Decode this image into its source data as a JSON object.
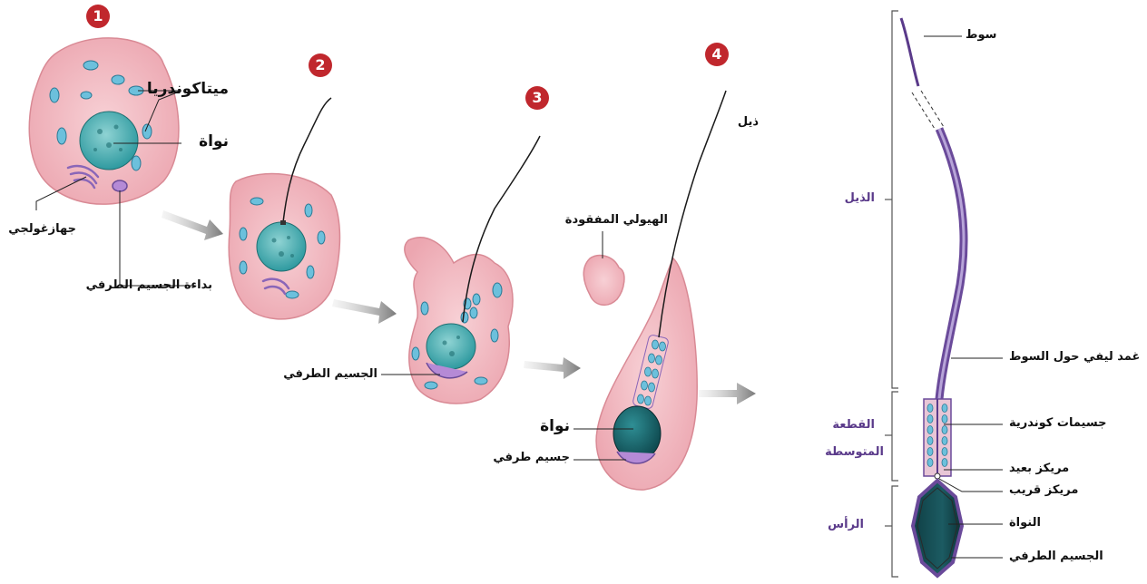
{
  "colors": {
    "cytoplasm": "#f2b8bf",
    "cytoplasm_edge": "#d98a95",
    "nucleus": "#4fb3b5",
    "nucleus_dark": "#1f6f72",
    "mito": "#6cc0dc",
    "golgi": "#8a66b8",
    "sperm_body": "#5a3a8a",
    "step_badge": "#c0272d",
    "arrow": "#8a8a8a",
    "label_purple": "#5a3a8a"
  },
  "steps": {
    "one": "1",
    "two": "2",
    "three": "3",
    "four": "4"
  },
  "stage1": {
    "mitochondria": "ميتاكوندريا",
    "nucleus": "نواة",
    "golgi": "جهازغولجي",
    "acrosome_start": "بداءة الجسيم الطرفي"
  },
  "stage3": {
    "acrosome": "الجسيم الطرفي"
  },
  "stage4": {
    "tail": "ذيل",
    "lost_cytoplasm": "الهيولي المفقودة",
    "nucleus": "نواة",
    "acrosome": "جسيم طرفي"
  },
  "sperm": {
    "whip": "سوط",
    "tail_region": "الذيل",
    "sheath": "غمد ليفي حول السوط",
    "midpiece_line1": "القطعة",
    "midpiece_line2": "المتوسطة",
    "mitochondria": "جسيمات كوندرية",
    "distal_centriole": "مريكز بعيد",
    "proximal_centriole": "مريكز قريب",
    "head_region": "الرأس",
    "nucleus": "النواة",
    "acrosome": "الجسيم الطرفي"
  }
}
